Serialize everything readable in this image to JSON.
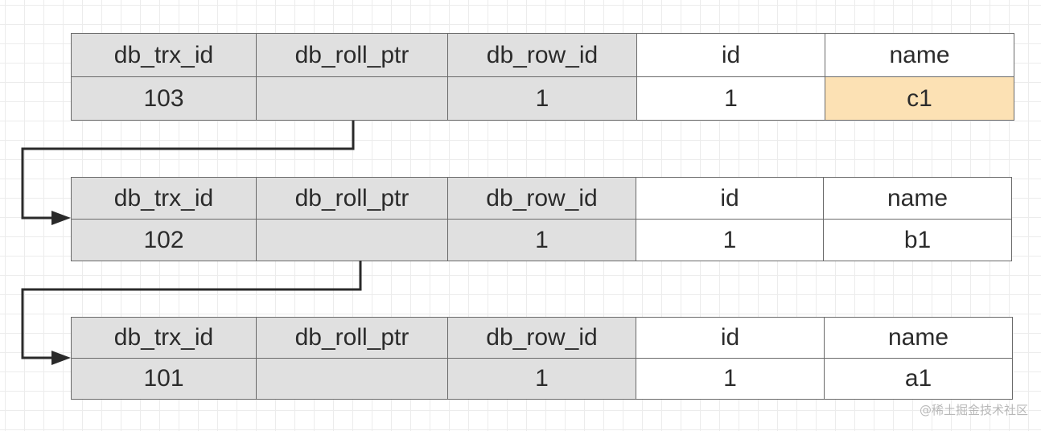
{
  "columns": [
    "db_trx_id",
    "db_roll_ptr",
    "db_row_id",
    "id",
    "name"
  ],
  "records": [
    {
      "db_trx_id": "103",
      "db_roll_ptr": "",
      "db_row_id": "1",
      "id": "1",
      "name": "c1"
    },
    {
      "db_trx_id": "102",
      "db_roll_ptr": "",
      "db_row_id": "1",
      "id": "1",
      "name": "b1"
    },
    {
      "db_trx_id": "101",
      "db_roll_ptr": "",
      "db_row_id": "1",
      "id": "1",
      "name": "a1"
    }
  ],
  "colors": {
    "hidden_column_fill": "#e0e0e0",
    "user_column_fill": "#ffffff",
    "latest_value_highlight": "#fce1b4",
    "border": "#6a6a6a",
    "arrow": "#2a2a2a"
  },
  "watermark": "@稀土掘金技术社区"
}
